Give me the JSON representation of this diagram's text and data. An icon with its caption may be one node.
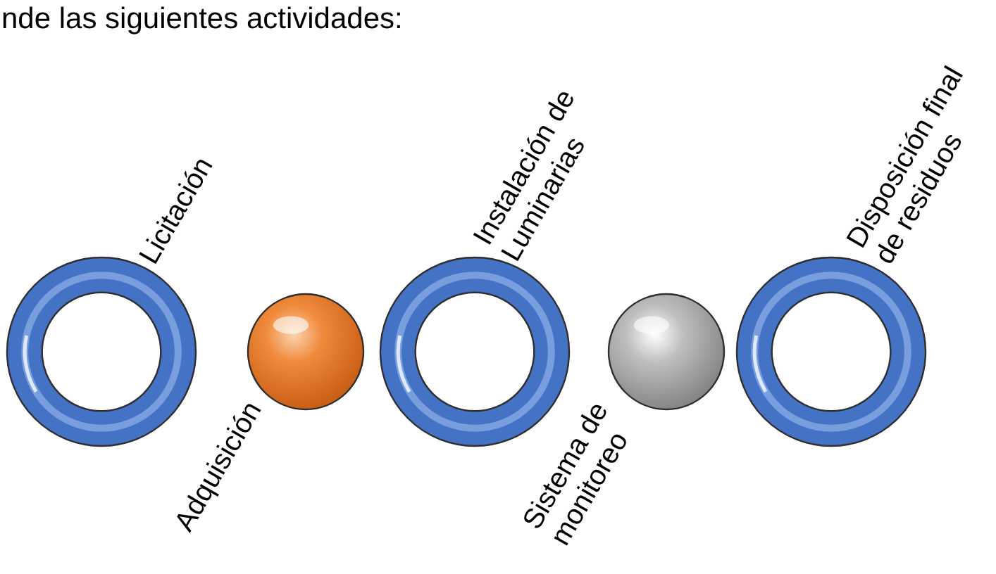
{
  "diagram": {
    "title": "nde las siguientes actividades:",
    "nodes": [
      {
        "text": [
          "Licitación"
        ]
      },
      {
        "text": [
          "Adquisición"
        ]
      },
      {
        "text": [
          "Instalación de Luminarias"
        ]
      },
      {
        "text": [
          "Sistema de monitoreo"
        ]
      },
      {
        "text": [
          "Disposición final de residuos"
        ]
      }
    ]
  }
}
